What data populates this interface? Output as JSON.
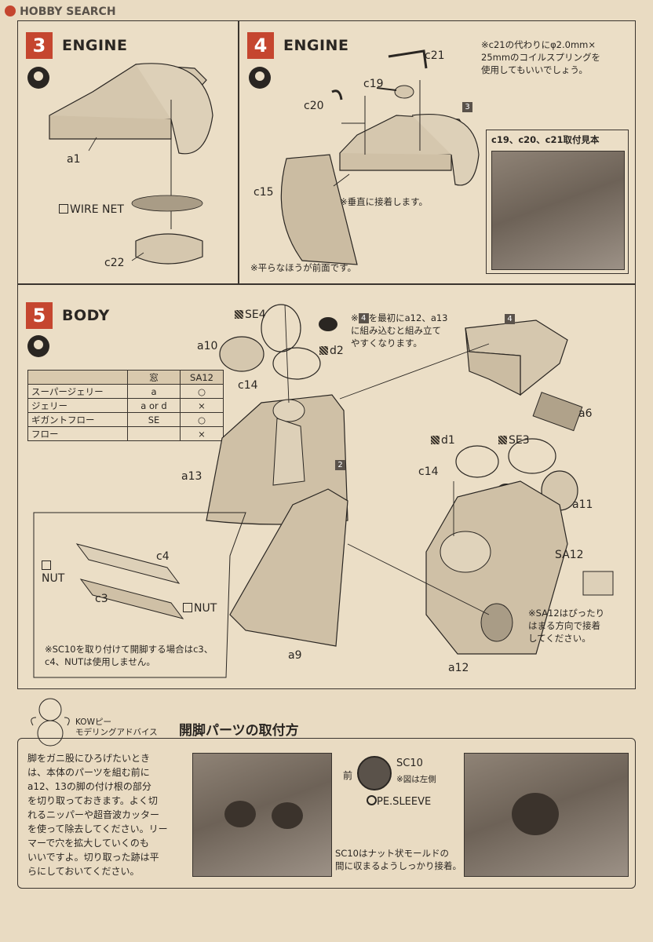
{
  "header": {
    "logo": "HOBBY SEARCH"
  },
  "step3": {
    "number": "3",
    "title": "ENGINE",
    "parts": {
      "a1": "a1",
      "wire": "WIRE NET",
      "c22": "c22"
    }
  },
  "step4": {
    "number": "4",
    "title": "ENGINE",
    "parts": {
      "c21": "c21",
      "c19": "c19",
      "c20": "c20",
      "c15": "c15",
      "ref": "3"
    },
    "note_spring": [
      "※c21の代わりにφ2.0mm×",
      "25mmのコイルスプリングを",
      "使用してもいいでしょう。"
    ],
    "note_vertical": "※垂直に接着します。",
    "note_flat": "※平らなほうが前面です。",
    "photo_title": "c19、c20、c21取付見本"
  },
  "step5": {
    "number": "5",
    "title": "BODY",
    "parts": {
      "se4": "SE4",
      "a10": "a10",
      "d2": "d2",
      "c14a": "c14",
      "a13": "a13",
      "ref4": "4",
      "a6": "a6",
      "d1": "d1",
      "se3": "SE3",
      "c14b": "c14",
      "a11": "a11",
      "ref2": "2",
      "sa12": "SA12",
      "c4": "c4",
      "c3": "c3",
      "nut1": "NUT",
      "nut2": "NUT",
      "a9": "a9",
      "a12": "a12"
    },
    "note_first": [
      "※",
      "を最初にa12、a13",
      "に組み込むと組み立て",
      "やすくなります。"
    ],
    "note_first_ref": "4",
    "note_sa12": [
      "※SA12はぴったり",
      "はまる方向で接着",
      "してください。"
    ],
    "note_sc10": [
      "※SC10を取り付けて開脚する場合はc3、",
      "c4、NUTは使用しません。"
    ],
    "table": {
      "headers": [
        "",
        "窓",
        "SA12"
      ],
      "rows": [
        [
          "スーパージェリー",
          "a",
          "○"
        ],
        [
          "ジェリー",
          "a or d",
          "×"
        ],
        [
          "ギガントフロー",
          "SE",
          "○"
        ],
        [
          "フロー",
          "",
          "×"
        ]
      ]
    }
  },
  "advice": {
    "badge": [
      "KOWピー",
      "モデリングアドバイス"
    ],
    "title": "開脚パーツの取付方",
    "text": [
      "脚をガニ股にひろげたいとき",
      "は、本体のパーツを組む前に",
      "a12、13の脚の付け根の部分",
      "を切り取っておきます。よく切",
      "れるニッパーや超音波カッター",
      "を使って除去してください。リー",
      "マーで穴を拡大していくのも",
      "いいですよ。切り取った跡は平",
      "らにしておいてください。"
    ],
    "sc10": "SC10",
    "front": "前",
    "note_left": "※図は左側",
    "pe_sleeve": "PE.SLEEVE",
    "caption": [
      "SC10はナット状モールドの",
      "間に収まるようしっかり接着。"
    ]
  },
  "colors": {
    "accent": "#c5462f",
    "paper": "#e9dbc2",
    "ink": "#2a2622"
  }
}
